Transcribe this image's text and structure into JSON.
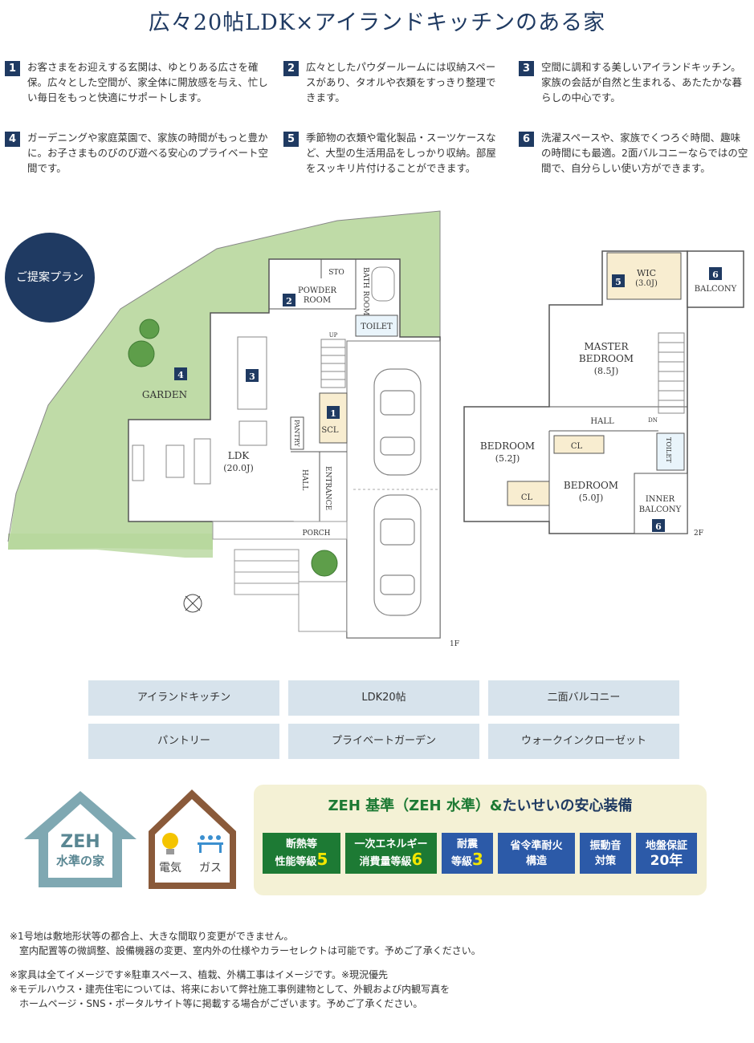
{
  "title": "広々20帖LDK×アイランドキッチンのある家",
  "features": [
    {
      "num": "1",
      "text": "お客さまをお迎えする玄関は、ゆとりある広さを確保。広々とした空間が、家全体に開放感を与え、忙しい毎日をもっと快適にサポートします。"
    },
    {
      "num": "2",
      "text": "広々としたパウダールームには収納スペースがあり、タオルや衣類をすっきり整理できます。"
    },
    {
      "num": "3",
      "text": "空間に調和する美しいアイランドキッチン。家族の会話が自然と生まれる、あたたかな暮らしの中心です。"
    },
    {
      "num": "4",
      "text": "ガーデニングや家庭菜園で、家族の時間がもっと豊かに。お子さまものびのび遊べる安心のプライベート空間です。"
    },
    {
      "num": "5",
      "text": "季節物の衣類や電化製品・スーツケースなど、大型の生活用品をしっかり収納。部屋をスッキリ片付けることができます。"
    },
    {
      "num": "6",
      "text": "洗濯スペースや、家族でくつろぐ時間、趣味の時間にも最適。2面バルコニーならではの空間で、自分らしい使い方ができます。"
    }
  ],
  "plan_badge": "ご提案プラン",
  "floor1": {
    "powder": "POWDER\nROOM",
    "sto": "STO",
    "bath": "BATH\nROOM",
    "toilet": "TOILET",
    "up": "UP",
    "garden": "GARDEN",
    "ldk": "LDK",
    "ldk_size": "(20.0J)",
    "pantry": "PANTRY",
    "scl": "SCL",
    "hall": "HALL",
    "entrance": "ENTRANCE",
    "porch": "PORCH",
    "floor_label": "1F",
    "markers": {
      "powder": "2",
      "garden": "4",
      "kitchen": "3",
      "entrance": "1"
    }
  },
  "floor2": {
    "wic": "WIC",
    "wic_size": "(3.0J)",
    "balcony": "BALCONY",
    "master": "MASTER",
    "bedroom_word": "BEDROOM",
    "master_size": "(8.5J)",
    "hall": "HALL",
    "dn": "DN",
    "bedroom1_size": "(5.2J)",
    "cl": "CL",
    "bedroom2_size": "(5.0J)",
    "toilet": "TOILET",
    "inner": "INNER",
    "floor_label": "2F",
    "markers": {
      "wic": "5",
      "balcony": "6",
      "inner": "6"
    }
  },
  "tags": [
    "アイランドキッチン",
    "LDK20帖",
    "二面バルコニー",
    "パントリー",
    "プライベートガーデン",
    "ウォークインクローゼット"
  ],
  "zeh_house": {
    "line1": "ZEH",
    "line2": "水準の家"
  },
  "energy_house": {
    "elec": "電気",
    "gas": "ガス"
  },
  "zeh_panel": {
    "title_a": "ZEH 基準（ZEH 水準）&",
    "title_b": "たいせいの安心装備",
    "badges": [
      {
        "l1": "断熱等",
        "l2": "性能等級",
        "big": "5"
      },
      {
        "l1": "一次エネルギー",
        "l2": "消費量等級",
        "big": "6"
      },
      {
        "l1": "耐震",
        "l2": "等級",
        "big": "3"
      },
      {
        "l1": "省令準耐火",
        "l2": "構造",
        "big": ""
      },
      {
        "l1": "振動音",
        "l2": "対策",
        "big": ""
      },
      {
        "l1": "地盤保証",
        "l2": "20年",
        "big": ""
      }
    ]
  },
  "notes": [
    "※1号地は敷地形状等の都合上、大きな間取り変更ができません。",
    "　室内配置等の微調整、設備機器の変更、室内外の仕様やカラーセレクトは可能です。予めご了承ください。",
    "※家具は全てイメージです※駐車スペース、植栽、外構工事はイメージです。※現況優先",
    "※モデルハウス・建売住宅については、将来において弊社施工事例建物として、外観および内観写真を",
    "　ホームページ・SNS・ポータルサイト等に掲載する場合がございます。予めご了承ください。"
  ],
  "colors": {
    "navy": "#1f3a62",
    "green": "#1d7a34",
    "blue": "#2c5aa8",
    "garden": "#a9cf8a",
    "tag": "#d7e3ec",
    "panel": "#f4f1d5",
    "house": "#7fa8b2",
    "roof2": "#8a5a3a"
  }
}
